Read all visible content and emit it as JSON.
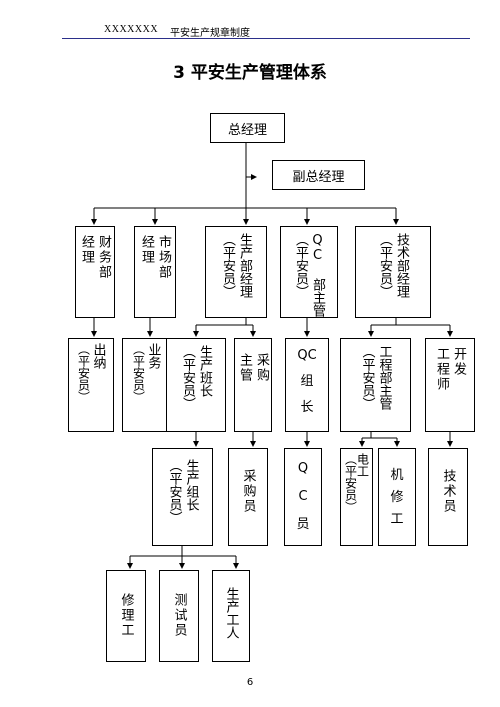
{
  "header": {
    "code": "XXXXXXX",
    "doc_title": "平安生产规章制度"
  },
  "title": "3 平安生产管理体系",
  "nodes": {
    "gm": "总经理",
    "vgm": "副总经理",
    "finance": [
      "财务部",
      "经理"
    ],
    "market": [
      "市场部",
      "经理"
    ],
    "prod_mgr": [
      "生产部经理",
      "（平安员）"
    ],
    "qc_mgr": [
      "QC 部主管",
      "（平安员）"
    ],
    "tech_mgr": [
      "技术部经理",
      "（平安员）"
    ],
    "cashier": [
      "出纳",
      "（平安员）"
    ],
    "sales": [
      "业务",
      "（平安员）"
    ],
    "team_lead": [
      "生产班长",
      "（平安员）"
    ],
    "purch_mgr": [
      "采购",
      "主管"
    ],
    "qc_team": [
      "QC",
      "组",
      "长"
    ],
    "eng_mgr": [
      "工程部主管",
      "（平安员）"
    ],
    "dev_eng": [
      "开发",
      "工程师"
    ],
    "group_lead": [
      "生产组长",
      "（平安员）"
    ],
    "purchaser": [
      "采购员"
    ],
    "qc_staff": [
      "Q",
      "C",
      "员"
    ],
    "electrician": [
      "电工",
      "（平安员）"
    ],
    "mechanic": [
      "机",
      "修",
      "工"
    ],
    "tech_staff": [
      "技术员"
    ],
    "repair": [
      "修理工"
    ],
    "tester": [
      "测试员"
    ],
    "worker": [
      "生产工人"
    ]
  },
  "page_number": "6"
}
